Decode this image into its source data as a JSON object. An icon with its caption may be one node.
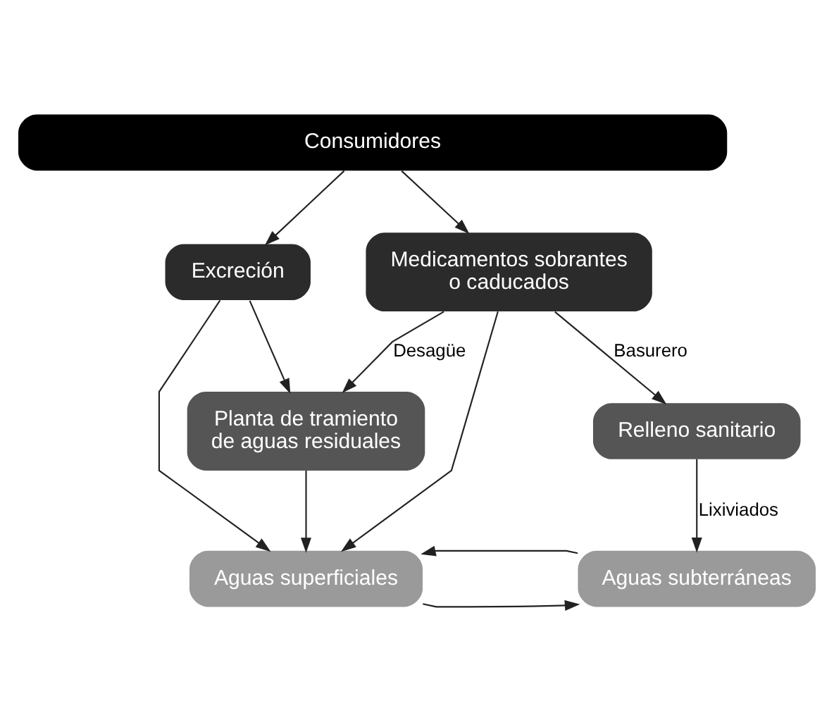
{
  "diagram": {
    "nodes": [
      {
        "text": [
          "Consumidores"
        ]
      },
      {
        "text": [
          "Excreción"
        ]
      },
      {
        "text": [
          "Medicamentos sobrantes o caducados"
        ]
      },
      {
        "text": [
          "Planta de tramiento de aguas residuales"
        ]
      },
      {
        "text": [
          "Relleno sanitario"
        ]
      },
      {
        "text": [
          "Aguas superficiales"
        ]
      },
      {
        "text": [
          "Aguas subterráneas"
        ]
      }
    ],
    "edges": [
      {
        "from": 0,
        "to": 1,
        "arrow": "to"
      },
      {
        "from": 0,
        "to": 2,
        "arrow": "to"
      },
      {
        "from": 1,
        "to": 5,
        "arrow": "to"
      },
      {
        "from": 1,
        "to": 3,
        "arrow": "to"
      },
      {
        "from": 2,
        "to": 3,
        "arrow": "to",
        "label": "Desagüe"
      },
      {
        "from": 2,
        "to": 5,
        "arrow": "to"
      },
      {
        "from": 2,
        "to": 4,
        "arrow": "to",
        "label": "Basurero"
      },
      {
        "from": 3,
        "to": 5,
        "arrow": "to"
      },
      {
        "from": 4,
        "to": 6,
        "arrow": "to",
        "label": "Lixiviados"
      },
      {
        "from": 5,
        "to": 6,
        "arrow": "to"
      },
      {
        "from": 6,
        "to": 5,
        "arrow": "to"
      }
    ]
  }
}
